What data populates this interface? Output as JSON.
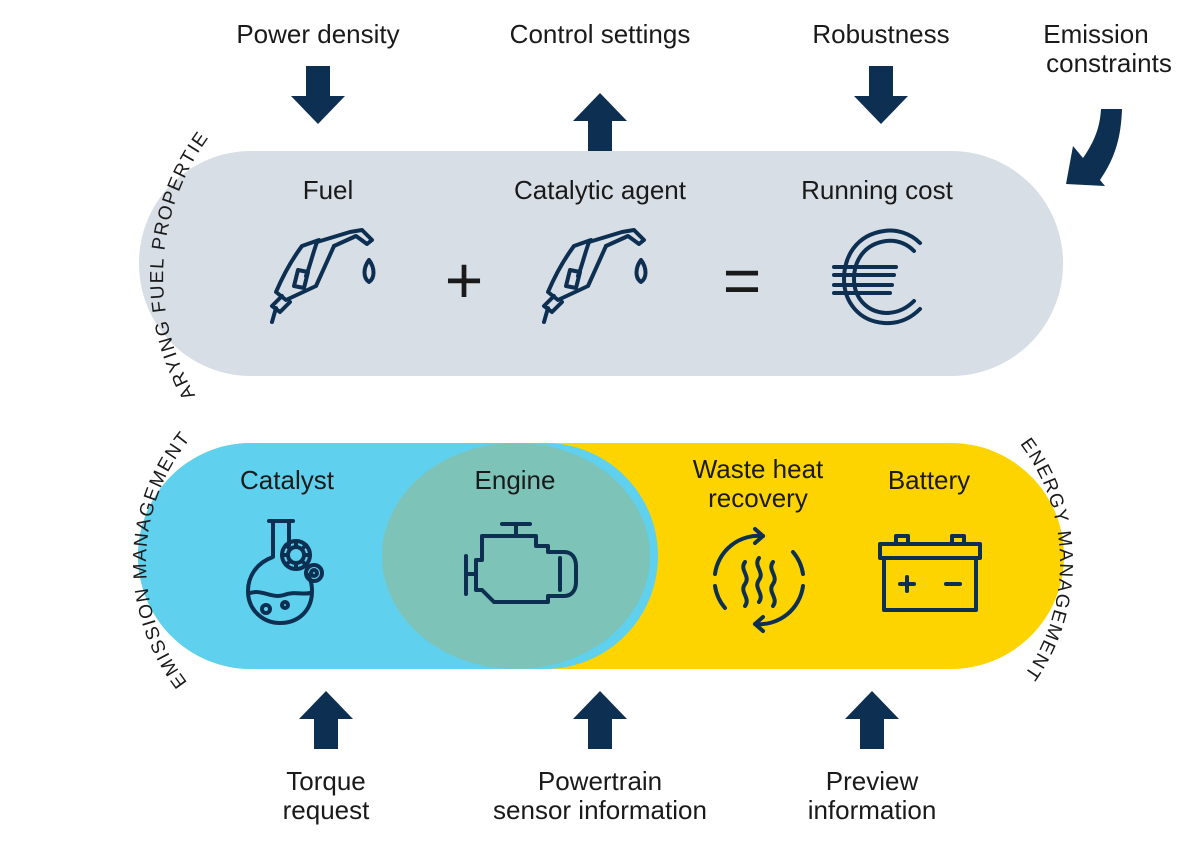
{
  "inputs_top": {
    "power_density": "Power density",
    "control_settings": "Control settings",
    "robustness": "Robustness",
    "emission_constraints_line1": "Emission",
    "emission_constraints_line2": "constraints"
  },
  "fuel_row": {
    "fuel": "Fuel",
    "catalytic_agent": "Catalytic agent",
    "running_cost": "Running cost",
    "plus_sign": "+",
    "equals_sign": "="
  },
  "curved_labels": {
    "varying_fuel_properties": "VARYING FUEL PROPERTIES",
    "emission_management": "EMISSION MANAGEMENT",
    "energy_management": "ENERGY MANAGEMENT"
  },
  "powertrain_row": {
    "catalyst": "Catalyst",
    "engine": "Engine",
    "waste_heat_line1": "Waste heat",
    "waste_heat_line2": "recovery",
    "battery": "Battery"
  },
  "inputs_bottom": {
    "torque_line1": "Torque",
    "torque_line2": "request",
    "powertrain_line1": "Powertrain",
    "powertrain_line2": "sensor information",
    "preview_line1": "Preview",
    "preview_line2": "information"
  },
  "colors": {
    "fuel_capsule": "#d8dee5",
    "emission_zone": "#5fd0ee",
    "engine_overlap": "#7dc3b8",
    "energy_zone": "#fdd400",
    "icon_and_arrow": "#0d2f52"
  },
  "icons": [
    "fuel-pump-nozzle-icon",
    "euro-icon",
    "flask-gear-icon",
    "engine-icon",
    "heat-cycle-icon",
    "battery-icon",
    "arrow-icon"
  ]
}
